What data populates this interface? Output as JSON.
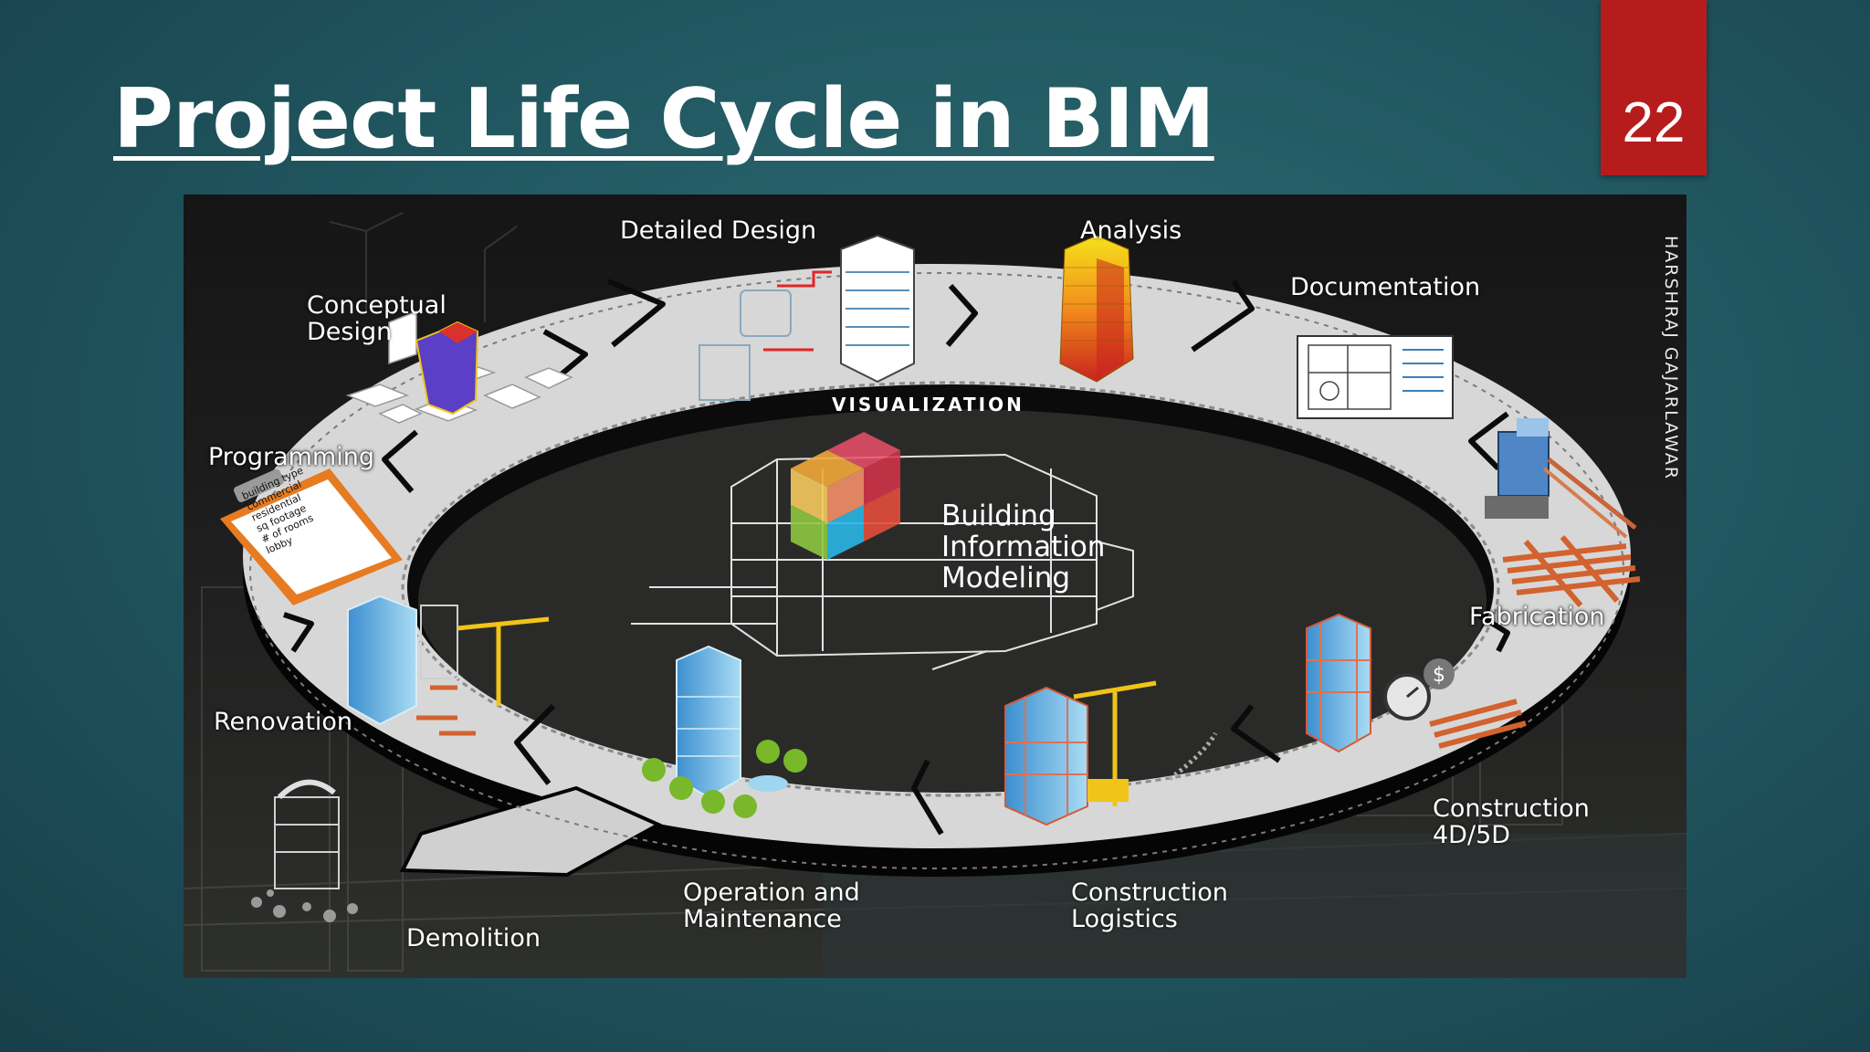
{
  "slide": {
    "title": "Project Life Cycle in BIM",
    "page_number": "22"
  },
  "diagram": {
    "center_label": "Building\nInformation\nModeling",
    "ring_label": "VISUALIZATION",
    "author_credit": "HARSHRAJ GAJARLAWAR",
    "stages": {
      "conceptual_design": "Conceptual\nDesign",
      "detailed_design": "Detailed Design",
      "analysis": "Analysis",
      "documentation": "Documentation",
      "fabrication": "Fabrication",
      "construction_4d5d": "Construction\n4D/5D",
      "construction_logistics": "Construction\nLogistics",
      "operation_maintenance": "Operation and\nMaintenance",
      "demolition": "Demolition",
      "renovation": "Renovation",
      "programming": "Programming"
    },
    "clipboard_items": [
      "building type",
      "commercial",
      "residential",
      "sq footage",
      "# of rooms",
      "lobby"
    ]
  },
  "colors": {
    "badge": "#b71c1c",
    "ring": "#d9d9d9",
    "background": "#225962"
  }
}
